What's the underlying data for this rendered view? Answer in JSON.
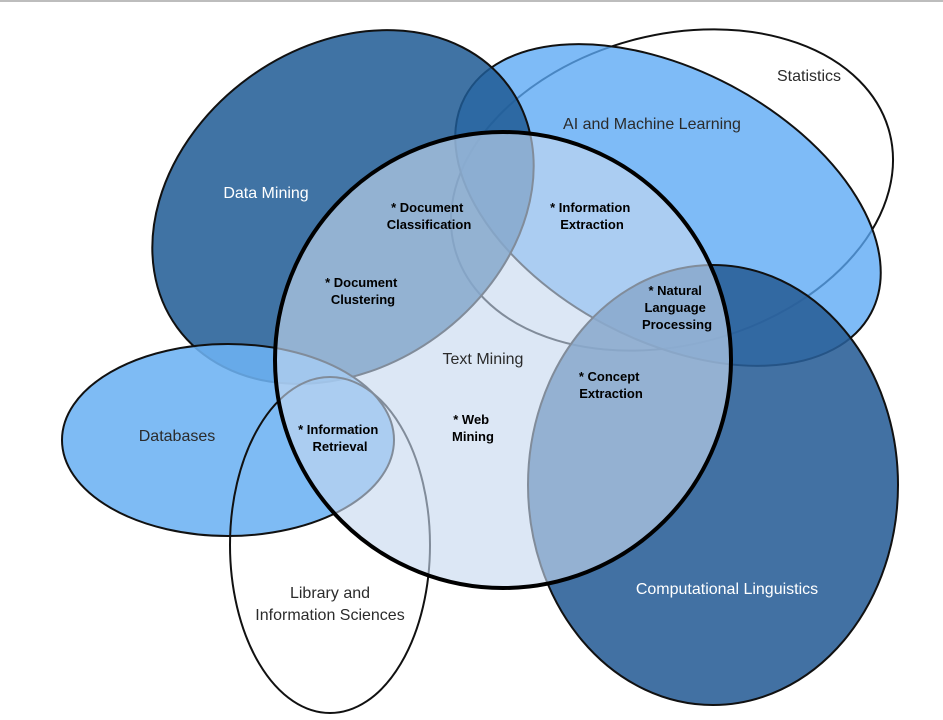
{
  "fields": {
    "statistics": "Statistics",
    "ai_ml": "AI and Machine Learning",
    "data_mining": "Data Mining",
    "text_mining": "Text Mining",
    "databases": "Databases",
    "library_line1": "Library and",
    "library_line2": "Information Sciences",
    "computational_linguistics": "Computational Linguistics"
  },
  "topics": {
    "document_classification": [
      "* Document",
      "Classification"
    ],
    "information_extraction": [
      "* Information",
      "Extraction"
    ],
    "document_clustering": [
      "* Document",
      "Clustering"
    ],
    "natural_language_processing": [
      "* Natural",
      "Language",
      "Processing"
    ],
    "concept_extraction": [
      "* Concept",
      "Extraction"
    ],
    "information_retrieval": [
      "* Information",
      "Retrieval"
    ],
    "web_mining": [
      "* Web",
      "Mining"
    ]
  },
  "colors": {
    "ai_ml_fill": "#5aa8f5",
    "data_mining_fill": "#1e5a94",
    "databases_fill": "#6cb2f2",
    "comp_ling_fill": "#285d96",
    "text_mining_fill": "#c6d9ef",
    "outline": "#111111"
  }
}
